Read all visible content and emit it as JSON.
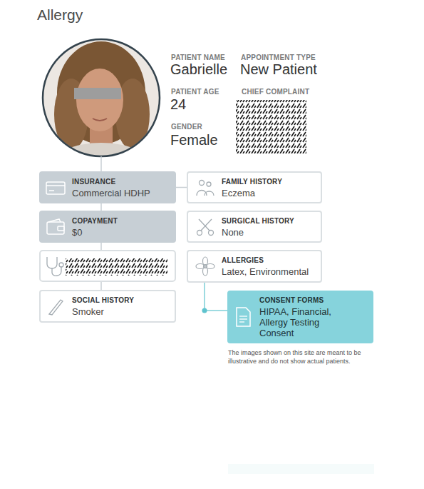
{
  "diagram": {
    "title": "Allergy",
    "caption": "The images shown on this site are meant to be illustrative and do not show actual patients.",
    "nodes": [
      {
        "text": [
          "INSURANCE",
          "Commercial HDHP"
        ]
      },
      {
        "text": [
          "FAMILY HISTORY",
          "Eczema"
        ]
      },
      {
        "text": [
          "COPAYMENT",
          "$0"
        ]
      },
      {
        "text": [
          "SURGICAL HISTORY",
          "None"
        ]
      },
      {
        "text": [
          "ALLERGIES",
          "Latex, Environmental"
        ]
      },
      {
        "text": [
          "SOCIAL HISTORY",
          "Smoker"
        ]
      },
      {
        "text": [
          "CONSENT FORMS",
          "HIPAA, Financial, Allergy Testing Consent"
        ]
      }
    ],
    "edges": [
      {
        "from": 0,
        "to": 2,
        "arrow": "none"
      },
      {
        "from": 0,
        "to": 1,
        "arrow": "none"
      },
      {
        "from": 4,
        "to": 6,
        "arrow": "none"
      }
    ],
    "labels": [
      "PATIENT NAME",
      "Gabrielle",
      "APPOINTMENT TYPE",
      "New Patient",
      "PATIENT AGE",
      "24",
      "CHIEF COMPLAINT",
      "GENDER",
      "Female"
    ]
  }
}
